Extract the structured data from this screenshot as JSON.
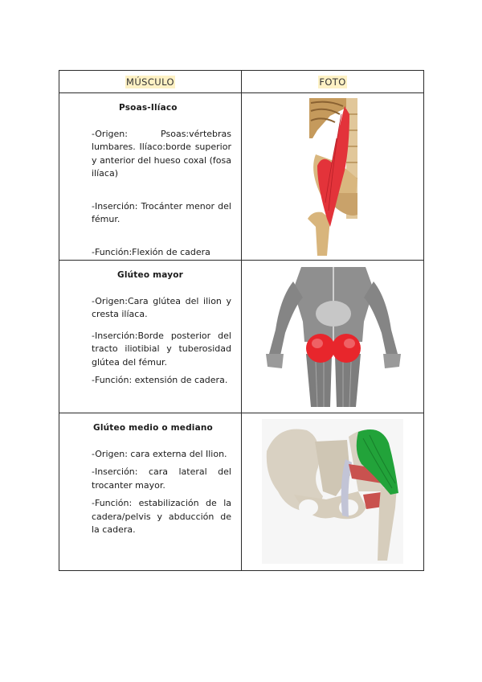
{
  "table": {
    "headers": {
      "muscle": "MÚSCULO",
      "photo": "FOTO"
    },
    "header_highlight_color": "#fdf1c4",
    "rows": [
      {
        "title": "Psoas-Ilíaco",
        "origen": "-Origen: Psoas:vértebras lumbares. Ilíaco:borde superior y anterior del hueso coxal (fosa ilíaca)",
        "insercion": "-Inserción: Trocánter menor del fémur.",
        "funcion": "-Función:Flexión de cadera",
        "image": {
          "icon": "psoas-iliaco-anatomy-image",
          "muscle_color": "#e3333a",
          "bone_color": "#d8b57c"
        }
      },
      {
        "title": "Glúteo mayor",
        "origen": "-Origen:Cara glútea del ilion y cresta ilíaca.",
        "insercion": "-Inserción:Borde posterior del tracto iliotibial y tuberosidad glútea del fémur.",
        "funcion": "-Función: extensión de cadera.",
        "image": {
          "icon": "gluteo-mayor-anatomy-image",
          "muscle_color": "#e8262c",
          "body_color": "#9a9a9a"
        }
      },
      {
        "title": "Glúteo medio o mediano",
        "origen": "-Origen: cara externa del Ilion.",
        "insercion": "-Inserción: cara lateral del trocanter mayor.",
        "funcion": "-Función: estabilización de la cadera/pelvis y abducción de la cadera.",
        "image": {
          "icon": "gluteo-medio-anatomy-image",
          "muscle_color": "#22a33a",
          "secondary_muscle_color": "#c9524f",
          "bone_color": "#ddd5c6"
        }
      }
    ]
  }
}
